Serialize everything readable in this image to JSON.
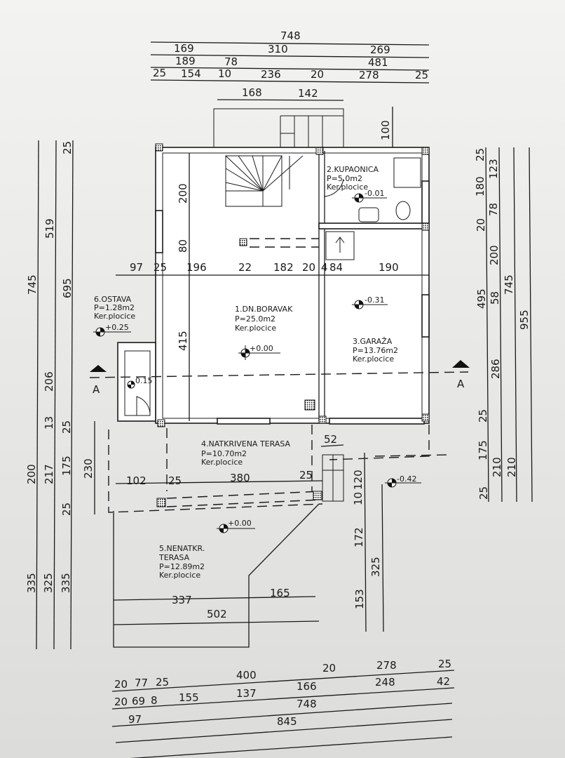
{
  "dimensions": {
    "top": {
      "row1": [
        "748"
      ],
      "row2": [
        "169",
        "310",
        "269"
      ],
      "row3": [
        "189",
        "78",
        "481"
      ],
      "row4": [
        "25",
        "154",
        "10",
        "236",
        "20",
        "278",
        "25"
      ],
      "stair": [
        "168",
        "142"
      ],
      "stair_depth": "100"
    },
    "interior": {
      "horizontal": [
        "97",
        "25",
        "196",
        "22",
        "182",
        "20",
        "4",
        "84",
        "190"
      ],
      "vertical": [
        "200",
        "80",
        "415"
      ],
      "terrace_h": [
        "102",
        "25",
        "380",
        "25"
      ],
      "step": "52",
      "terrace_v": "230"
    },
    "right": {
      "col1": [
        "25",
        "180",
        "20",
        "495",
        "25",
        "175",
        "25"
      ],
      "col2": [
        "123",
        "78",
        "200",
        "58",
        "286",
        "210"
      ],
      "col3": [
        "745",
        "210"
      ],
      "col4": [
        "955"
      ]
    },
    "left": {
      "col1": [
        "745",
        "200",
        "335"
      ],
      "col2": [
        "519",
        "206",
        "13",
        "217",
        "325"
      ],
      "col3": [
        "25",
        "695",
        "25",
        "175",
        "25",
        "335"
      ]
    },
    "lower_right": [
      "120",
      "10",
      "172",
      "153",
      "325"
    ],
    "lower_left": [
      "337",
      "165",
      "502"
    ],
    "bottom": {
      "row1": [
        "20",
        "77",
        "25",
        "400",
        "20",
        "278",
        "25"
      ],
      "row2": [
        "166",
        "248",
        "42",
        "137"
      ],
      "row3": [
        "20",
        "69",
        "8",
        "155",
        "748"
      ],
      "row4": [
        "97",
        "845"
      ]
    }
  },
  "rooms": [
    {
      "name": "1.DN.BORAVAK",
      "area": "P=25.0m2",
      "floor": "Ker.plocice"
    },
    {
      "name": "2.KUPAONICA",
      "area": "P=5.0m2",
      "floor": "Ker.plocice"
    },
    {
      "name": "3.GARAŽA",
      "area": "P=13.76m2",
      "floor": "Ker.plocice"
    },
    {
      "name": "4.NATKRIVENA TERASA",
      "area": "P=10.70m2",
      "floor": "Ker.plocice"
    },
    {
      "name": "5.NENATKR.",
      "name2": "TERASA",
      "area": "P=12.89m2",
      "floor": "Ker.plocice"
    },
    {
      "name": "6.OSTAVA",
      "area": "P=1.28m2",
      "floor": "Ker.plocice"
    }
  ],
  "levels": {
    "boravak": "+0.00",
    "kupaonica": "-0.01",
    "garaza": "-0.31",
    "ostava": "+0.25",
    "ostava_inner": "0.15",
    "terasa": "+0.00",
    "outside": "-0.42"
  },
  "section": {
    "left": "A",
    "right": "A"
  }
}
